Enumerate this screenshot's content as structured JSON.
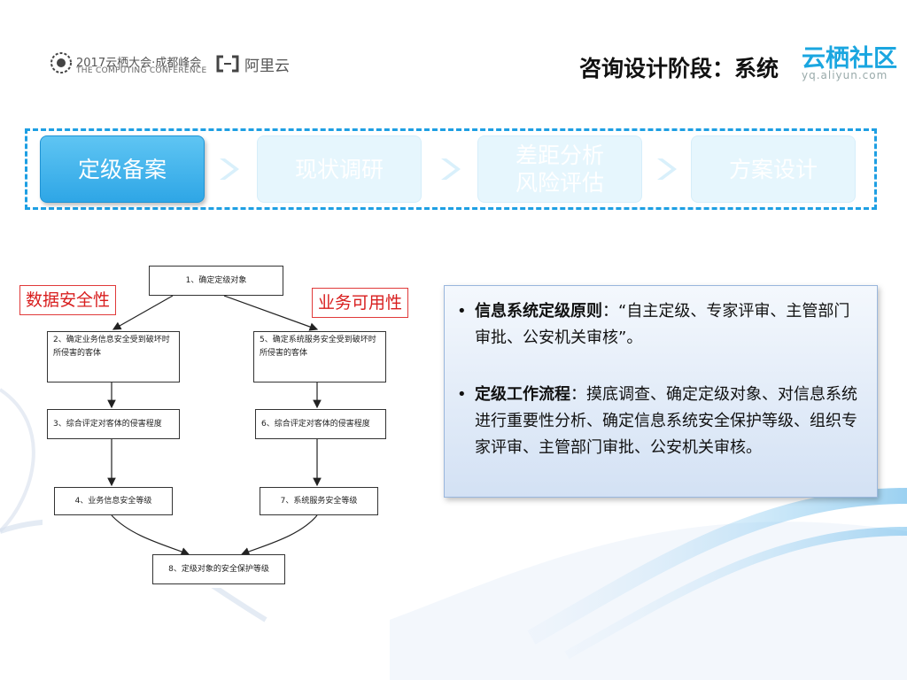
{
  "header": {
    "conference_line1": "2017云栖大会·成都峰会",
    "conference_line2": "THE COMPUTING CONFERENCE",
    "alibaba_cloud": "阿里云",
    "title": "咨询设计阶段：系统",
    "brand": "云栖社区",
    "brand_url": "yq.aliyun.com"
  },
  "steps": [
    {
      "label": "定级备案",
      "state": "active"
    },
    {
      "label": "现状调研",
      "state": "inactive"
    },
    {
      "label_line1": "差距分析",
      "label_line2": "风险评估",
      "state": "inactive"
    },
    {
      "label": "方案设计",
      "state": "inactive"
    }
  ],
  "flowchart": {
    "tags": {
      "left": "数据安全性",
      "right": "业务可用性"
    },
    "boxes": {
      "b1": "1、确定定级对象",
      "b2": "2、确定业务信息安全受到破坏时所侵害的客体",
      "b3": "3、综合评定对客体的侵害程度",
      "b4": "4、业务信息安全等级",
      "b5": "5、确定系统服务安全受到破坏时所侵害的客体",
      "b6": "6、综合评定对客体的侵害程度",
      "b7": "7、系统服务安全等级",
      "b8": "8、定级对象的安全保护等级"
    }
  },
  "info": {
    "item1_title": "信息系统定级原则",
    "item1_sep": "：",
    "item1_text": "“自主定级、专家评审、主管部门审批、公安机关审核”。",
    "item2_title": "定级工作流程",
    "item2_sep": "：",
    "item2_text": "摸底调查、确定定级对象、对信息系统进行重要性分析、确定信息系统安全保护等级、组织专家评审、主管部门审批、公安机关审核。",
    "bullet": "•"
  },
  "colors": {
    "accent": "#1e9fe3",
    "active_step": "#2ea6e6",
    "red_tag": "#d81e1e",
    "brand": "#1aa6e0"
  }
}
